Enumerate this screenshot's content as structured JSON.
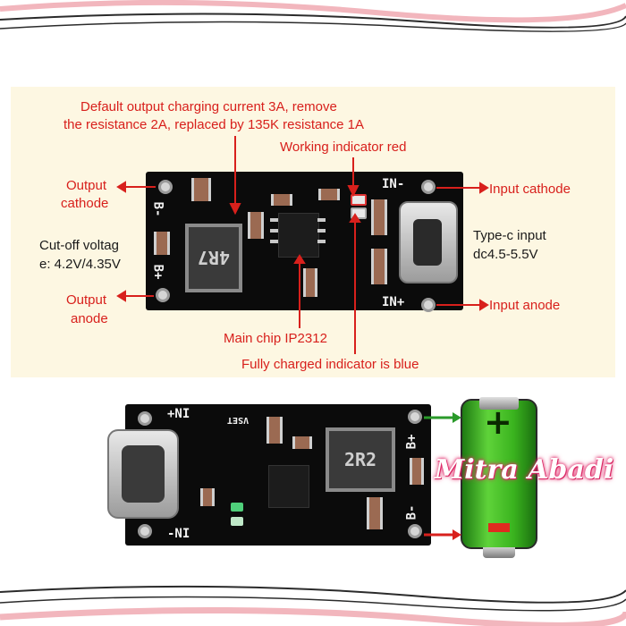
{
  "annotations": {
    "default_current": "Default output charging current 3A, remove",
    "default_current_2": "the resistance 2A, replaced by 135K resistance 1A",
    "working_indicator": "Working indicator red",
    "output_cathode_1": "Output",
    "output_cathode_2": "cathode",
    "cutoff_1": "Cut-off voltag",
    "cutoff_2": "e: 4.2V/4.35V",
    "output_anode_1": "Output",
    "output_anode_2": "anode",
    "input_cathode": "Input cathode",
    "typec_1": "Type-c input",
    "typec_2": "dc4.5-5.5V",
    "input_anode": "Input anode",
    "main_chip": "Main chip IP2312",
    "fully_charged": "Fully charged indicator is blue"
  },
  "pcb_top": {
    "b_minus": "B-",
    "b_plus": "B+",
    "in_minus": "IN-",
    "in_plus": "IN+",
    "inductor": "4R7"
  },
  "pcb_bottom": {
    "ni_plus": "+NI",
    "ni_minus": "-NI",
    "b_plus": "B+",
    "b_minus": "B-",
    "inductor": "2R2",
    "vset": "VSET"
  },
  "battery": {
    "plus": "+",
    "minus": "-"
  },
  "watermark": "Mitra Abadi",
  "colors": {
    "annotation": "#d8201c",
    "pcb": "#0b0b0b",
    "battery_green": "#3ab31e",
    "arrow_green": "#2a9a2a",
    "arrow_red": "#d8201c"
  }
}
